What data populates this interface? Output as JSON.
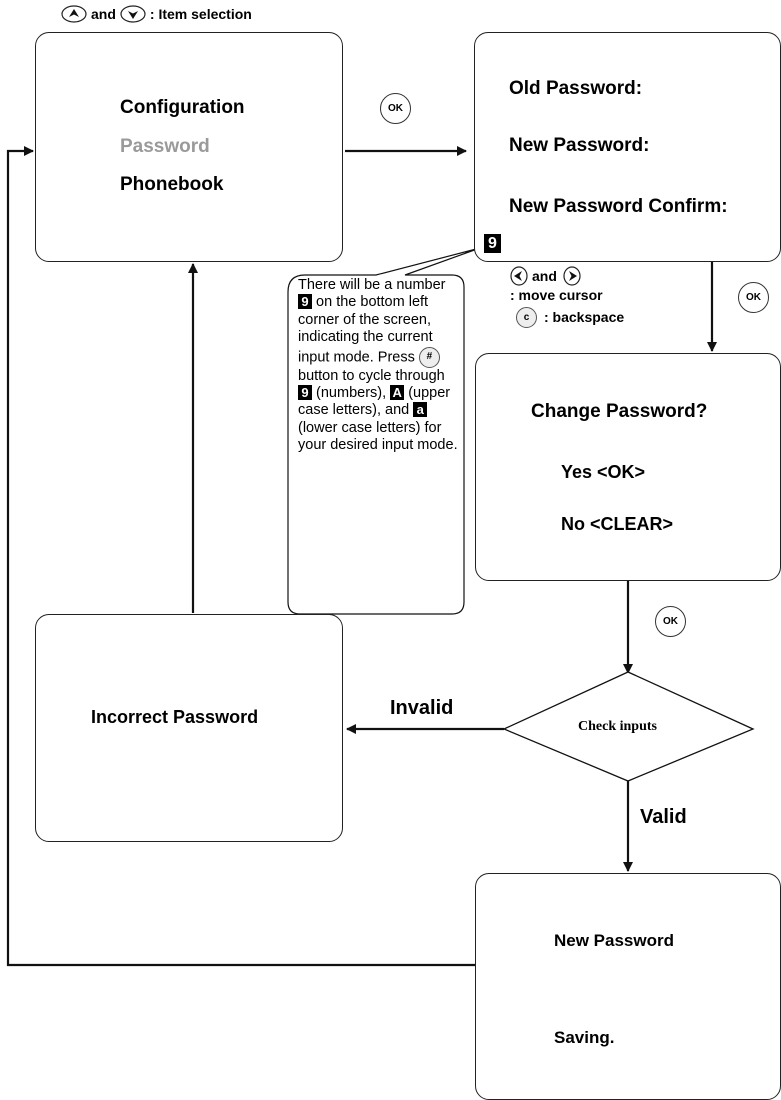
{
  "top_hint": {
    "text": "and      : Item selection"
  },
  "menu_box": {
    "items": [
      "Configuration",
      "Password",
      "Phonebook"
    ]
  },
  "ok_label": "OK",
  "password_box": {
    "old": "Old Password:",
    "new": "New Password:",
    "confirm": "New Password Confirm:",
    "mode_badge": "9"
  },
  "cursor_hint": {
    "and": "and",
    "move": ": move cursor",
    "backspace": ": backspace",
    "c_key": "c"
  },
  "callout": {
    "line1": "There will be a number",
    "line2": "on the bottom left corner of the screen, indicating the current input mode. Press",
    "line3": "button to cycle through",
    "line4": "(numbers),",
    "line5": "(upper case letters), and",
    "line6": "(lower case letters) for your desired input mode.",
    "badge_num": "9",
    "badge_upper": "A",
    "badge_lower": "a",
    "hash_key": "#"
  },
  "confirm_box": {
    "title": "Change Password?",
    "yes": "Yes <OK>",
    "no": "No <CLEAR>"
  },
  "decision": {
    "label": "Check inputs",
    "invalid": "Invalid",
    "valid": "Valid"
  },
  "incorrect_box": {
    "text": "Incorrect Password"
  },
  "saving_box": {
    "title": "New Password",
    "status": "Saving."
  }
}
